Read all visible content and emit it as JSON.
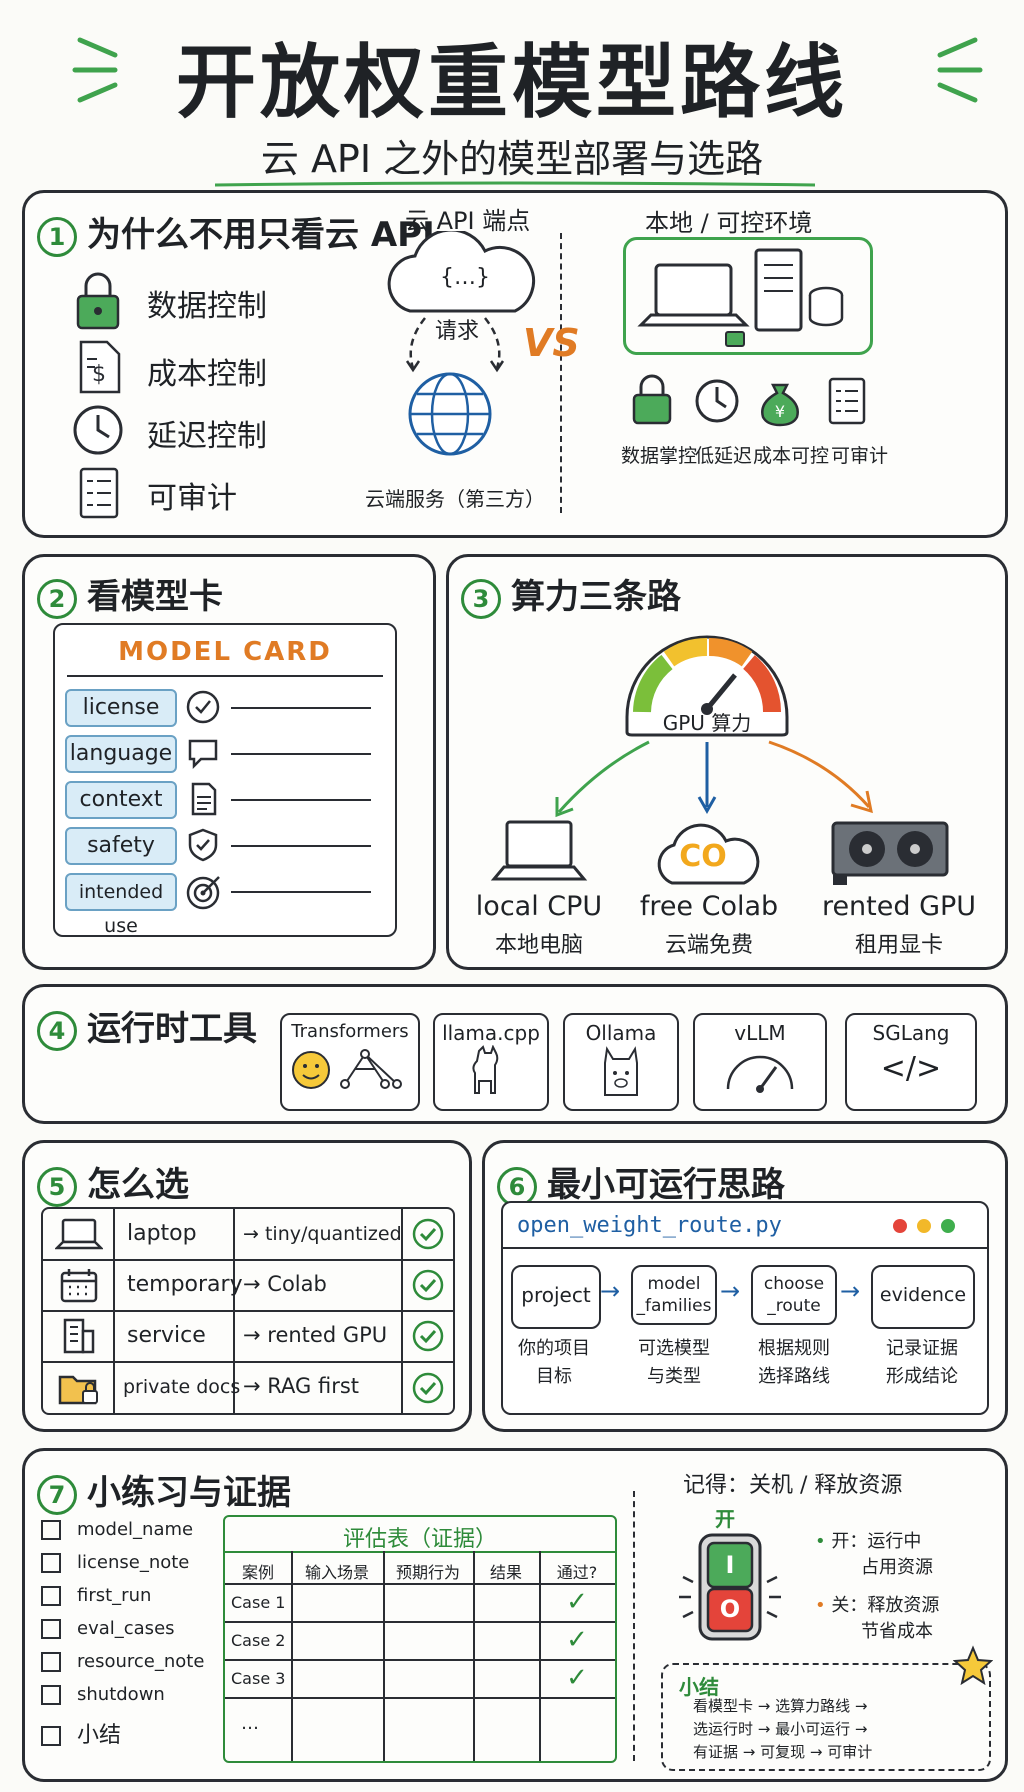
{
  "title": "开放权重模型路线",
  "subtitle": "云 API 之外的模型部署与选路",
  "p1": {
    "num": "1",
    "title": "为什么不用只看云 API",
    "items": [
      "数据控制",
      "成本控制",
      "延迟控制",
      "可审计"
    ],
    "cloud_title": "云 API 端点",
    "cloud_code": "{…}",
    "request": "请求",
    "cloud_service": "云端服务（第三方）",
    "vs": "VS",
    "local_title": "本地 / 可控环境",
    "benefits": [
      "数据掌控",
      "低延迟",
      "成本可控",
      "可审计"
    ]
  },
  "p2": {
    "num": "2",
    "title": "看模型卡",
    "card_title": "MODEL CARD",
    "fields": [
      "license",
      "language",
      "context",
      "safety",
      "intended use"
    ]
  },
  "p3": {
    "num": "3",
    "title": "算力三条路",
    "gauge": "GPU 算力",
    "routes": [
      {
        "en": "local CPU",
        "zh": "本地电脑"
      },
      {
        "en": "free Colab",
        "zh": "云端免费"
      },
      {
        "en": "rented GPU",
        "zh": "租用显卡"
      }
    ],
    "colab_logo": "CO"
  },
  "p4": {
    "num": "4",
    "title": "运行时工具",
    "tools": [
      "Transformers",
      "llama.cpp",
      "Ollama",
      "vLLM",
      "SGLang"
    ],
    "sglang_icon": "</>"
  },
  "p5": {
    "num": "5",
    "title": "怎么选",
    "rows": [
      {
        "case": "laptop",
        "choice": "tiny/quantized"
      },
      {
        "case": "temporary",
        "choice": "Colab"
      },
      {
        "case": "service",
        "choice": "rented GPU"
      },
      {
        "case": "private docs",
        "choice": "RAG first"
      }
    ]
  },
  "p6": {
    "num": "6",
    "title": "最小可运行思路",
    "filename": "open_weight_route.py",
    "steps": [
      {
        "label": "project",
        "desc1": "你的项目",
        "desc2": "目标"
      },
      {
        "label": "model\n_families",
        "desc1": "可选模型",
        "desc2": "与类型"
      },
      {
        "label": "choose\n_route",
        "desc1": "根据规则",
        "desc2": "选择路线"
      },
      {
        "label": "evidence",
        "desc1": "记录证据",
        "desc2": "形成结论"
      }
    ]
  },
  "p7": {
    "num": "7",
    "title": "小练习与证据",
    "checklist": [
      "model_name",
      "license_note",
      "first_run",
      "eval_cases",
      "resource_note",
      "shutdown",
      "小结"
    ],
    "table_title": "评估表（证据）",
    "headers": [
      "案例",
      "输入场景",
      "预期行为",
      "结果",
      "通过?"
    ],
    "cases": [
      "Case 1",
      "Case 2",
      "Case 3",
      "…"
    ],
    "passed": [
      "✓",
      "✓",
      "✓",
      ""
    ],
    "remember": "记得：关机 / 释放资源",
    "on_label": "开",
    "on_text1": "开：运行中",
    "on_text2": "占用资源",
    "off_text1": "关：释放资源",
    "off_text2": "节省成本",
    "switch_on": "I",
    "switch_off": "O",
    "summary_title": "小结",
    "summary_lines": [
      "看模型卡 → 选算力路线 →",
      "选运行时 → 最小可运行 →",
      "有证据 → 可复现 → 可审计"
    ]
  },
  "colors": {
    "green": "#2e8b3a",
    "orange": "#e07b24",
    "blue": "#1f5fa3",
    "red": "#d9453b"
  }
}
